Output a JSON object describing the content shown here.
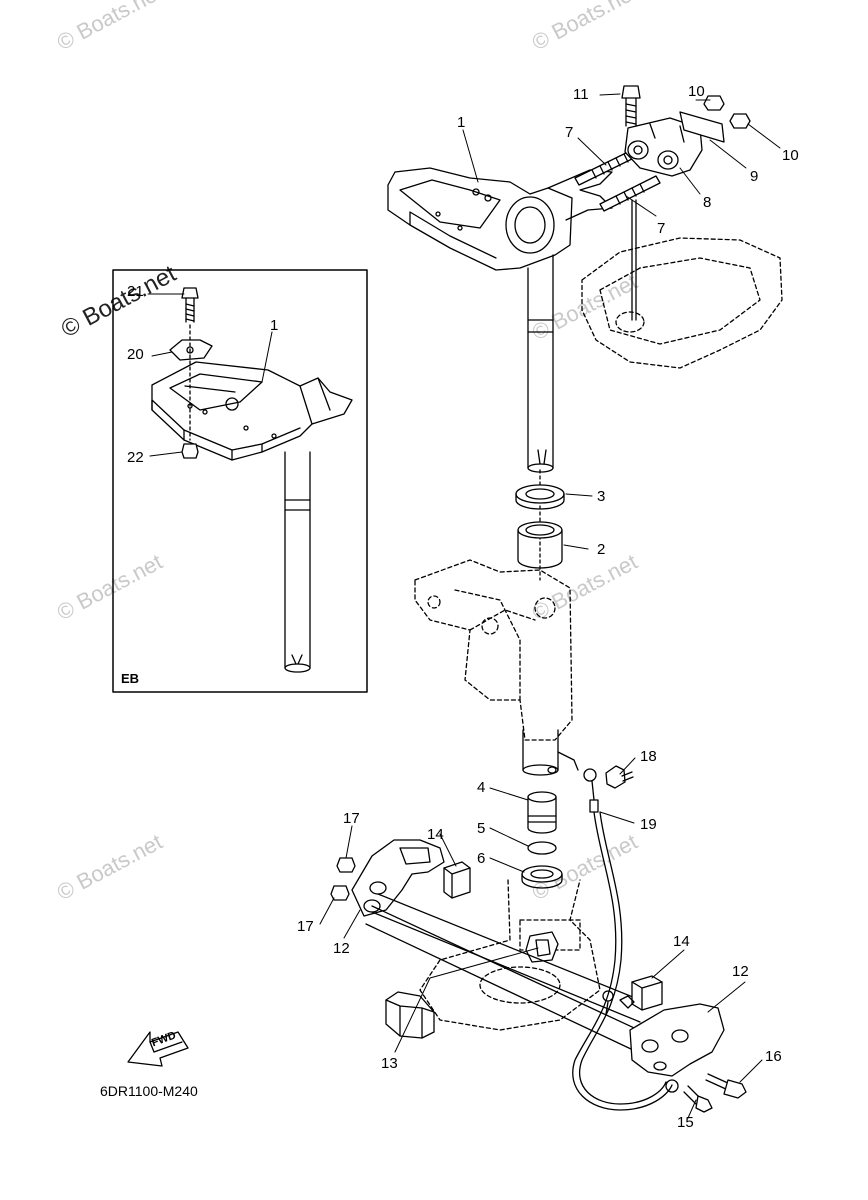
{
  "watermark": "© Boats.net",
  "inset_tag": "EB",
  "diagram_code": "6DR1100-M240",
  "fwd_label": "FWD",
  "callouts": {
    "c1": "1",
    "c2": "2",
    "c3": "3",
    "c4": "4",
    "c5": "5",
    "c6": "6",
    "c7a": "7",
    "c7b": "7",
    "c8": "8",
    "c9": "9",
    "c10a": "10",
    "c10b": "10",
    "c11": "11",
    "c12a": "12",
    "c12b": "12",
    "c13": "13",
    "c14a": "14",
    "c14b": "14",
    "c15": "15",
    "c16": "16",
    "c17a": "17",
    "c17b": "17",
    "c18": "18",
    "c19": "19",
    "i1": "1",
    "i20": "20",
    "i21": "21",
    "i22": "22"
  },
  "colors": {
    "line": "#000000",
    "watermark": "#c9c9c9"
  }
}
